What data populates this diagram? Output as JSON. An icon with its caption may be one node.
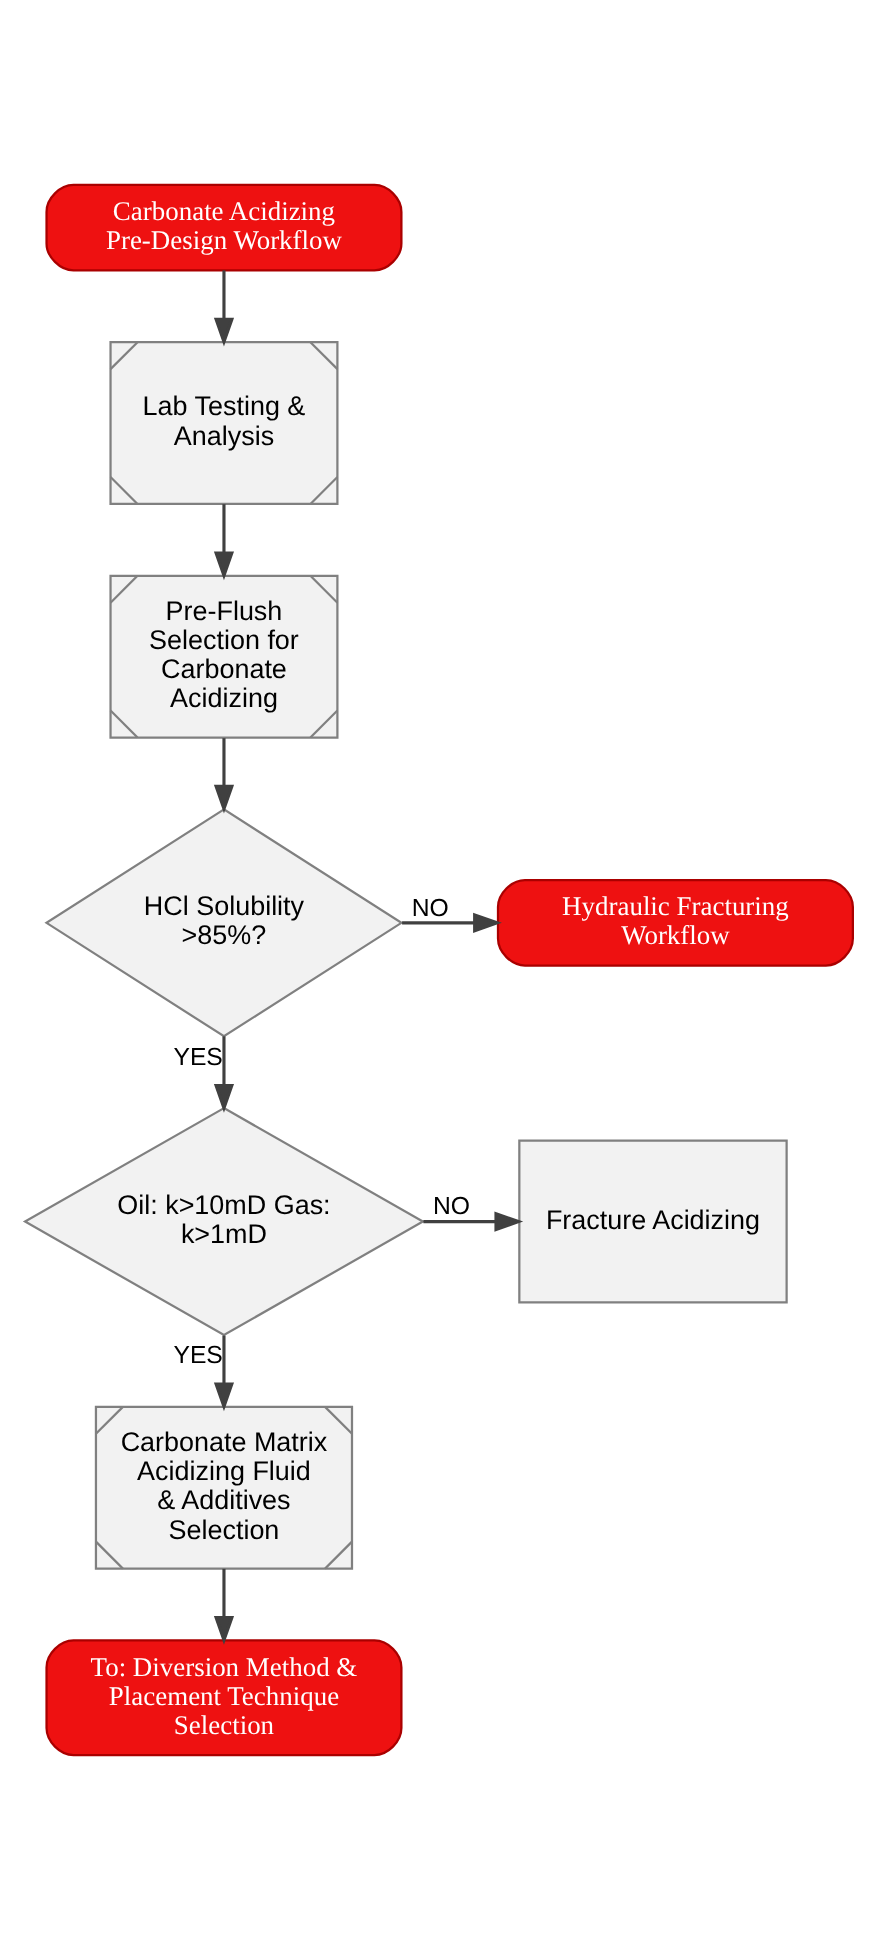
{
  "diagram": {
    "nodes": [
      {
        "text": [
          "Carbonate Acidizing Pre-Design Workflow"
        ]
      },
      {
        "text": [
          "Lab Testing & Analysis"
        ]
      },
      {
        "text": [
          "Pre-Flush Selection for Carbonate Acidizing"
        ]
      },
      {
        "text": [
          "HCl Solubility >85%?"
        ]
      },
      {
        "text": [
          "Hydraulic Fracturing Workflow"
        ]
      },
      {
        "text": [
          "Oil: k>10mD Gas: k>1mD"
        ]
      },
      {
        "text": [
          "Fracture Acidizing"
        ]
      },
      {
        "text": [
          "Carbonate Matrix Acidizing Fluid & Additives Selection"
        ]
      },
      {
        "text": [
          "To: Diversion Method & Placement Technique Selection"
        ]
      }
    ],
    "edges": [
      {
        "from": 0,
        "to": 1,
        "arrow": "to"
      },
      {
        "from": 1,
        "to": 2,
        "arrow": "to"
      },
      {
        "from": 2,
        "to": 3,
        "arrow": "to"
      },
      {
        "from": 3,
        "to": 4,
        "arrow": "to",
        "label": "NO"
      },
      {
        "from": 3,
        "to": 5,
        "arrow": "to",
        "label": "YES"
      },
      {
        "from": 5,
        "to": 6,
        "arrow": "to",
        "label": "NO"
      },
      {
        "from": 5,
        "to": 7,
        "arrow": "to",
        "label": "YES"
      },
      {
        "from": 7,
        "to": 8,
        "arrow": "to"
      }
    ]
  }
}
